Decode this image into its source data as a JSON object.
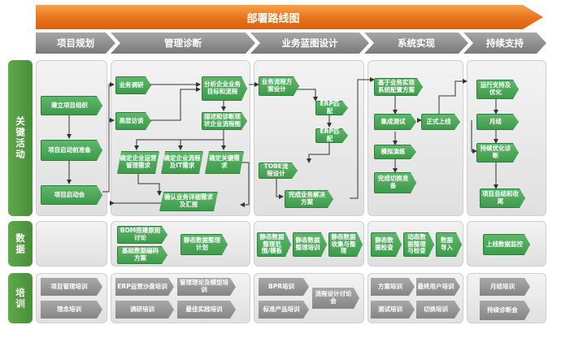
{
  "banner": {
    "title": "部署路线图"
  },
  "phases": [
    "项目规划",
    "管理诊断",
    "业务蓝图设计",
    "系统实现",
    "持续支持"
  ],
  "rows": {
    "activities": "关键活动",
    "data": "数据",
    "training": "培训"
  },
  "activities": {
    "plan": [
      "建立项目组织",
      "项目启动前准备",
      "项目启动会"
    ],
    "diag": [
      "业务调研",
      "高层访谈",
      "分析企业业务目标和流程",
      "描述和诊断现状企业流程图",
      "确定企业运营管理需求",
      "确定企业流程及IT需求",
      "确定关键需求",
      "确认业务详细需求及汇报"
    ],
    "blueprint": [
      "业务流程方案设计",
      "ERP匹配",
      "ERP匹配",
      "TOBE流程设计",
      "完成业务解决方案"
    ],
    "impl": [
      "基于业务实现系统配置方案",
      "集成测试",
      "模拟演练",
      "完成切换准备",
      "正式上线"
    ],
    "support": [
      "运行支持及优化",
      "月结",
      "持续优化诊断",
      "项目总结和收尾"
    ]
  },
  "data": {
    "diag": [
      "BOM搭建原则讨论",
      "基础数据编码方案",
      "静态数据整理计划"
    ],
    "blueprint": [
      "静态数据整理范围/模板",
      "静态数据整理培训",
      "静态数据收集与整理"
    ],
    "impl": [
      "静态数据检查",
      "动态数据整理与检查",
      "数据导入"
    ],
    "support": [
      "上线数据监控"
    ]
  },
  "training": {
    "plan": [
      "项目管理培训",
      "理念培训"
    ],
    "diag": [
      "ERP运营沙盘培训",
      "管理理论及模型培训",
      "调研培训",
      "最佳实践培训"
    ],
    "blueprint": [
      "BPR培训",
      "标准产品培训",
      "流程设计讨论会"
    ],
    "impl": [
      "方案培训",
      "最终用户培训",
      "测试培训",
      "切换培训"
    ],
    "support": [
      "月结培训",
      "持续诊断会"
    ]
  }
}
